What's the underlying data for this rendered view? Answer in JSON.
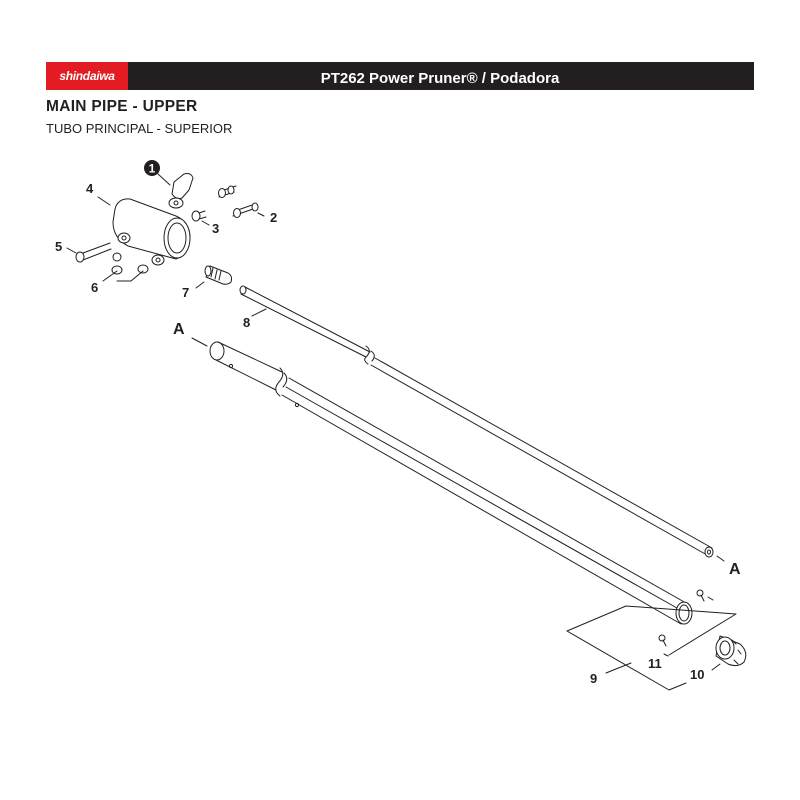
{
  "header": {
    "brand": "shindaiwa",
    "title": "PT262 Power Pruner® / Podadora",
    "brand_color": "#e31b23",
    "bar_color": "#231f20"
  },
  "section": {
    "title": "MAIN PIPE - UPPER",
    "subtitle": "TUBO PRINCIPAL - SUPERIOR"
  },
  "callouts": {
    "n1": "1",
    "n2": "2",
    "n3": "3",
    "n4": "4",
    "n5": "5",
    "n6": "6",
    "n7": "7",
    "n8": "8",
    "n9": "9",
    "n10": "10",
    "n11": "11",
    "a_left": "A",
    "a_right": "A"
  }
}
